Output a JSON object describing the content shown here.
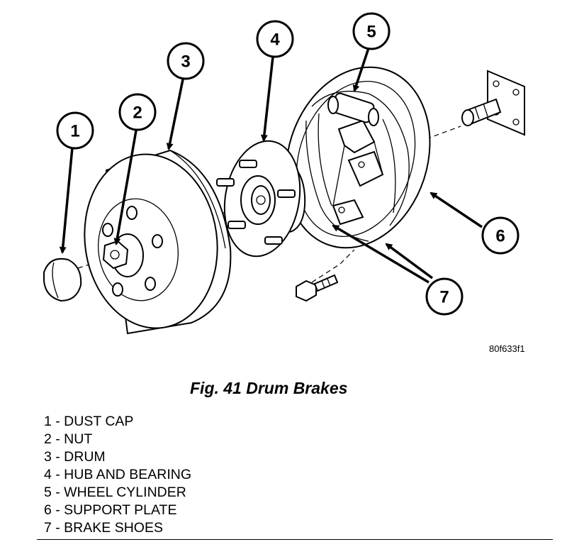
{
  "figure": {
    "code": "80f633f1",
    "caption": "Fig. 41 Drum Brakes"
  },
  "callouts": [
    "1",
    "2",
    "3",
    "4",
    "5",
    "6",
    "7"
  ],
  "legend": [
    "1 - DUST CAP",
    "2 - NUT",
    "3 - DRUM",
    "4 - HUB AND BEARING",
    "5 - WHEEL CYLINDER",
    "6 - SUPPORT PLATE",
    "7 - BRAKE SHOES"
  ]
}
